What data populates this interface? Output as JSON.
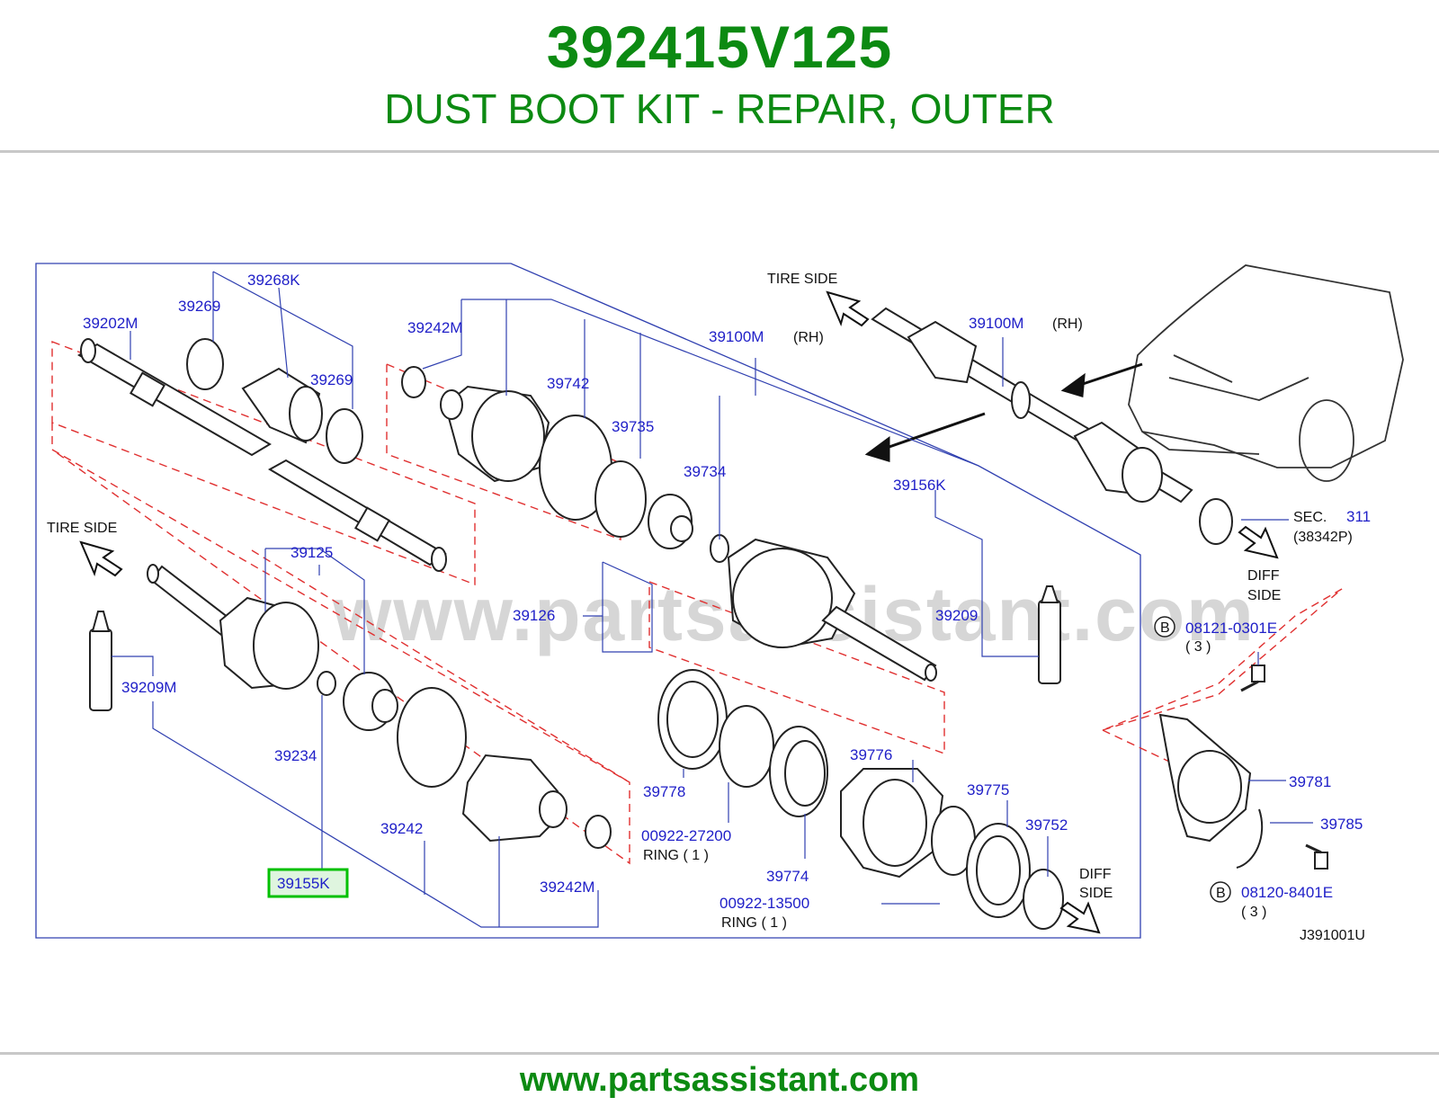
{
  "header": {
    "part_number": "392415V125",
    "description": "DUST BOOT KIT - REPAIR, OUTER"
  },
  "diagram": {
    "watermark": "www.partsassistant.com",
    "code": "J391001U",
    "labels": {
      "tire_side_top": "TIRE   SIDE",
      "tire_side_left": "TIRE   SIDE",
      "diff_side_right_1": "DIFF",
      "diff_side_right_2": "SIDE",
      "diff_side_bottom_1": "DIFF",
      "diff_side_bottom_2": "SIDE",
      "rh_1": "(RH)",
      "rh_2": "(RH)",
      "sec": "SEC.",
      "sec_num": "311",
      "sec_sub": "(38342P)",
      "ring_1": "RING    (  1 )",
      "ring_2": "RING    (  1 )",
      "qty_1": "(  3 )",
      "qty_2": "(  3 )",
      "b1": "B",
      "b2": "B"
    },
    "parts": {
      "p39268K": "39268K",
      "p39269a": "39269",
      "p39269b": "39269",
      "p39202M": "39202M",
      "p39242Ma": "39242M",
      "p39742": "39742",
      "p39735": "39735",
      "p39734": "39734",
      "p39100Ma": "39100M",
      "p39100Mb": "39100M",
      "p39156K": "39156K",
      "p39125": "39125",
      "p39126": "39126",
      "p39209": "39209",
      "p39209M": "39209M",
      "p39234": "39234",
      "p39155K": "39155K",
      "p39242": "39242",
      "p39242Mb": "39242M",
      "p39778": "39778",
      "p00922_27200": "00922-27200",
      "p39776": "39776",
      "p39774": "39774",
      "p00922_13500": "00922-13500",
      "p39775": "39775",
      "p39752": "39752",
      "p08121": "08121-0301E",
      "p39781": "39781",
      "p39785": "39785",
      "p08120": "08120-8401E"
    },
    "highlighted_part": "39155K",
    "highlight_color": "#00c000"
  },
  "footer": {
    "url": "www.partsassistant.com"
  },
  "colors": {
    "title_green": "#0c8a12",
    "part_blue": "#2020c8",
    "leader": "#3040b0",
    "dashed": "#e03030"
  }
}
